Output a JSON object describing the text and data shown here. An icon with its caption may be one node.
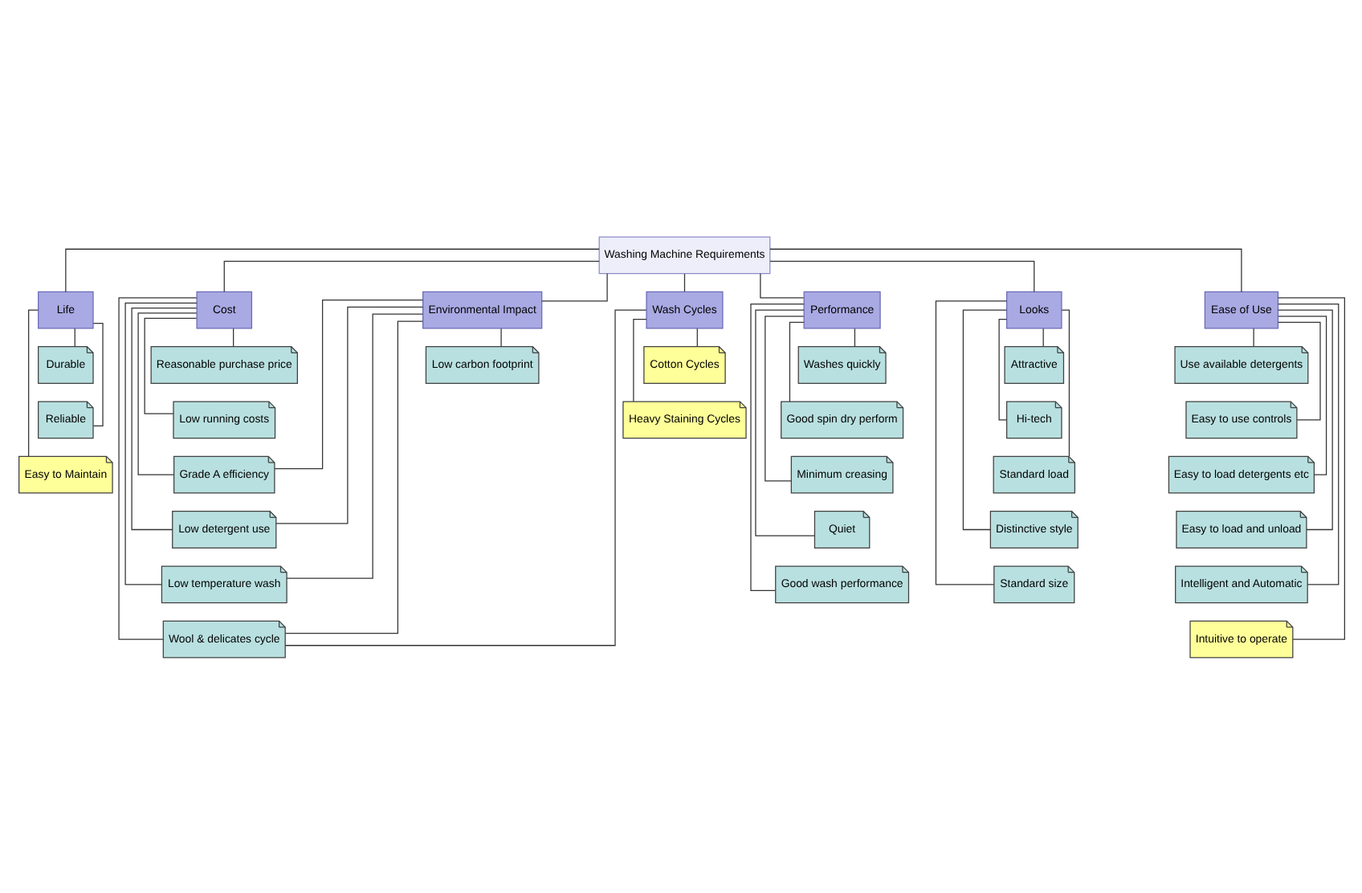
{
  "diagram": {
    "nodes": [
      {
        "text": [
          "Washing Machine Requirements"
        ]
      },
      {
        "text": [
          "Life"
        ]
      },
      {
        "text": [
          "Cost"
        ]
      },
      {
        "text": [
          "Environmental Impact"
        ]
      },
      {
        "text": [
          "Wash Cycles"
        ]
      },
      {
        "text": [
          "Performance"
        ]
      },
      {
        "text": [
          "Looks"
        ]
      },
      {
        "text": [
          "Ease of Use"
        ]
      },
      {
        "text": [
          "Durable"
        ]
      },
      {
        "text": [
          "Reliable"
        ]
      },
      {
        "text": [
          "Easy to Maintain"
        ]
      },
      {
        "text": [
          "Reasonable purchase price"
        ]
      },
      {
        "text": [
          "Low running costs"
        ]
      },
      {
        "text": [
          "Low carbon footprint"
        ]
      },
      {
        "text": [
          "Grade A efficiency"
        ]
      },
      {
        "text": [
          "Low detergent use"
        ]
      },
      {
        "text": [
          "Low temperature wash"
        ]
      },
      {
        "text": [
          "Cotton Cycles"
        ]
      },
      {
        "text": [
          "Heavy Staining Cycles"
        ]
      },
      {
        "text": [
          "Wool & delicates cycle"
        ]
      },
      {
        "text": [
          "Washes quickly"
        ]
      },
      {
        "text": [
          "Good spin dry perform"
        ]
      },
      {
        "text": [
          "Minimum creasing"
        ]
      },
      {
        "text": [
          "Quiet"
        ]
      },
      {
        "text": [
          "Good wash performance"
        ]
      },
      {
        "text": [
          "Attractive"
        ]
      },
      {
        "text": [
          "Hi-tech"
        ]
      },
      {
        "text": [
          "Standard load"
        ]
      },
      {
        "text": [
          "Distinctive style"
        ]
      },
      {
        "text": [
          "Standard size"
        ]
      },
      {
        "text": [
          "Use available detergents"
        ]
      },
      {
        "text": [
          "Easy to use controls"
        ]
      },
      {
        "text": [
          "Easy to load detergents etc"
        ]
      },
      {
        "text": [
          "Easy to load and unload"
        ]
      },
      {
        "text": [
          "Intelligent and Automatic"
        ]
      },
      {
        "text": [
          "Intuitive to operate"
        ]
      }
    ],
    "edges": [
      {
        "from": 0,
        "to": 1,
        "arrow": "none"
      },
      {
        "from": 0,
        "to": 2,
        "arrow": "none"
      },
      {
        "from": 0,
        "to": 3,
        "arrow": "none"
      },
      {
        "from": 0,
        "to": 4,
        "arrow": "none"
      },
      {
        "from": 0,
        "to": 5,
        "arrow": "none"
      },
      {
        "from": 0,
        "to": 6,
        "arrow": "none"
      },
      {
        "from": 0,
        "to": 7,
        "arrow": "none"
      },
      {
        "from": 1,
        "to": 8,
        "arrow": "none"
      },
      {
        "from": 1,
        "to": 9,
        "arrow": "none"
      },
      {
        "from": 1,
        "to": 10,
        "arrow": "none"
      },
      {
        "from": 2,
        "to": 11,
        "arrow": "none"
      },
      {
        "from": 2,
        "to": 12,
        "arrow": "none"
      },
      {
        "from": 2,
        "to": 14,
        "arrow": "none"
      },
      {
        "from": 2,
        "to": 15,
        "arrow": "none"
      },
      {
        "from": 2,
        "to": 16,
        "arrow": "none"
      },
      {
        "from": 2,
        "to": 19,
        "arrow": "none"
      },
      {
        "from": 3,
        "to": 13,
        "arrow": "none"
      },
      {
        "from": 3,
        "to": 14,
        "arrow": "none"
      },
      {
        "from": 3,
        "to": 15,
        "arrow": "none"
      },
      {
        "from": 3,
        "to": 16,
        "arrow": "none"
      },
      {
        "from": 3,
        "to": 19,
        "arrow": "none"
      },
      {
        "from": 4,
        "to": 17,
        "arrow": "none"
      },
      {
        "from": 4,
        "to": 18,
        "arrow": "none"
      },
      {
        "from": 4,
        "to": 19,
        "arrow": "none"
      },
      {
        "from": 5,
        "to": 20,
        "arrow": "none"
      },
      {
        "from": 5,
        "to": 21,
        "arrow": "none"
      },
      {
        "from": 5,
        "to": 22,
        "arrow": "none"
      },
      {
        "from": 5,
        "to": 23,
        "arrow": "none"
      },
      {
        "from": 5,
        "to": 24,
        "arrow": "none"
      },
      {
        "from": 6,
        "to": 25,
        "arrow": "none"
      },
      {
        "from": 6,
        "to": 26,
        "arrow": "none"
      },
      {
        "from": 6,
        "to": 27,
        "arrow": "none"
      },
      {
        "from": 6,
        "to": 28,
        "arrow": "none"
      },
      {
        "from": 6,
        "to": 29,
        "arrow": "none"
      },
      {
        "from": 7,
        "to": 30,
        "arrow": "none"
      },
      {
        "from": 7,
        "to": 31,
        "arrow": "none"
      },
      {
        "from": 7,
        "to": 32,
        "arrow": "none"
      },
      {
        "from": 7,
        "to": 33,
        "arrow": "none"
      },
      {
        "from": 7,
        "to": 34,
        "arrow": "none"
      },
      {
        "from": 7,
        "to": 35,
        "arrow": "none"
      }
    ]
  }
}
